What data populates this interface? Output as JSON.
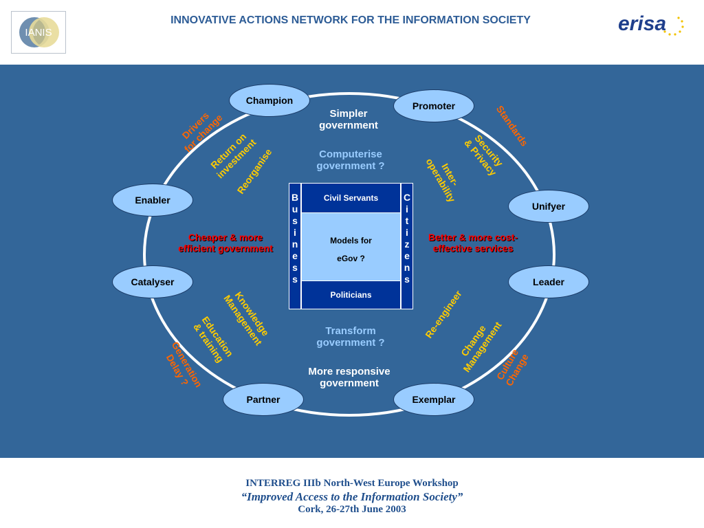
{
  "header": {
    "title": "INNOVATIVE ACTIONS NETWORK FOR THE INFORMATION SOCIETY",
    "left_logo_text": "IANIS",
    "right_logo_text": "erisa"
  },
  "nodes": {
    "champion": "Champion",
    "promoter": "Promoter",
    "enabler": "Enabler",
    "unifyer": "Unifyer",
    "catalyser": "Catalyser",
    "leader": "Leader",
    "partner": "Partner",
    "exemplar": "Exemplar"
  },
  "orange_labels": {
    "drivers_1": "Drivers",
    "drivers_2": "for change",
    "standards": "Standards",
    "generation_1": "Generation",
    "generation_2": "Delay ?",
    "culture_1": "Culture",
    "culture_2": "Change"
  },
  "yellow_labels": {
    "return_1": "Return on",
    "return_2": "investment",
    "reorganise": "Reorganise",
    "security_1": "Security",
    "security_2": "& Privacy",
    "interop_1": "Inter-",
    "interop_2": "operability",
    "knowledge_1": "Knowledge",
    "knowledge_2": "Management",
    "education_1": "Education",
    "education_2": "& training",
    "reengineer": "Re-engineer",
    "change_1": "Change",
    "change_2": "Management"
  },
  "white_labels": {
    "simpler_1": "Simpler",
    "simpler_2": "government",
    "responsive_1": "More responsive",
    "responsive_2": "government"
  },
  "blue_labels": {
    "computerise_1": "Computerise",
    "computerise_2": "government ?",
    "transform_1": "Transform",
    "transform_2": "government ?"
  },
  "red_labels": {
    "cheaper_1": "Cheaper & more",
    "cheaper_2": "efficient government",
    "better_1": "Better & more cost-",
    "better_2": "effective services"
  },
  "center": {
    "business_letters": [
      "B",
      "u",
      "s",
      "i",
      "n",
      "e",
      "s",
      "s"
    ],
    "citizens_letters": [
      "C",
      "i",
      "t",
      "i",
      "z",
      "e",
      "n",
      "s"
    ],
    "civil_servants": "Civil Servants",
    "models_1": "Models for",
    "models_2": "eGov ?",
    "politicians": "Politicians"
  },
  "footer": {
    "line1": "INTERREG IIIb North-West Europe Workshop",
    "line2": "“Improved Access to the Information Society”",
    "line3": "Cork, 26-27th June 2003"
  },
  "colors": {
    "panel": "#336699",
    "node_fill": "#99ccff",
    "center_dark": "#003399",
    "orange": "#ff6600",
    "yellow": "#ffcc00",
    "red": "#ff0000",
    "header_blue": "#2d5c96"
  }
}
